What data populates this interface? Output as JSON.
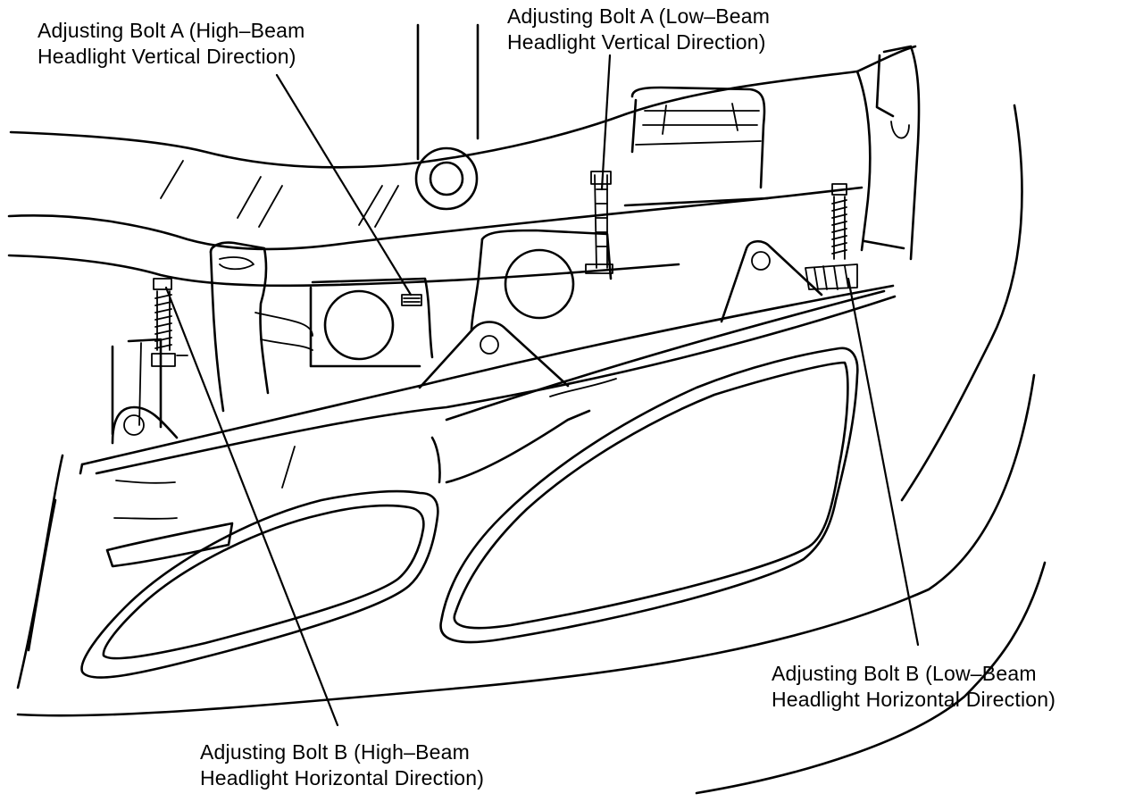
{
  "labels": {
    "bolt_a_high": {
      "line1": "Adjusting Bolt A (High–Beam",
      "line2": "Headlight Vertical Direction)"
    },
    "bolt_a_low": {
      "line1": "Adjusting Bolt A (Low–Beam",
      "line2": "Headlight Vertical Direction)"
    },
    "bolt_b_low": {
      "line1": "Adjusting Bolt B (Low–Beam",
      "line2": "Headlight Horizontal Direction)"
    },
    "bolt_b_high": {
      "line1": "Adjusting Bolt B (High–Beam",
      "line2": "Headlight Horizontal Direction)"
    }
  },
  "colors": {
    "ink": "#000000",
    "paper": "#ffffff"
  }
}
